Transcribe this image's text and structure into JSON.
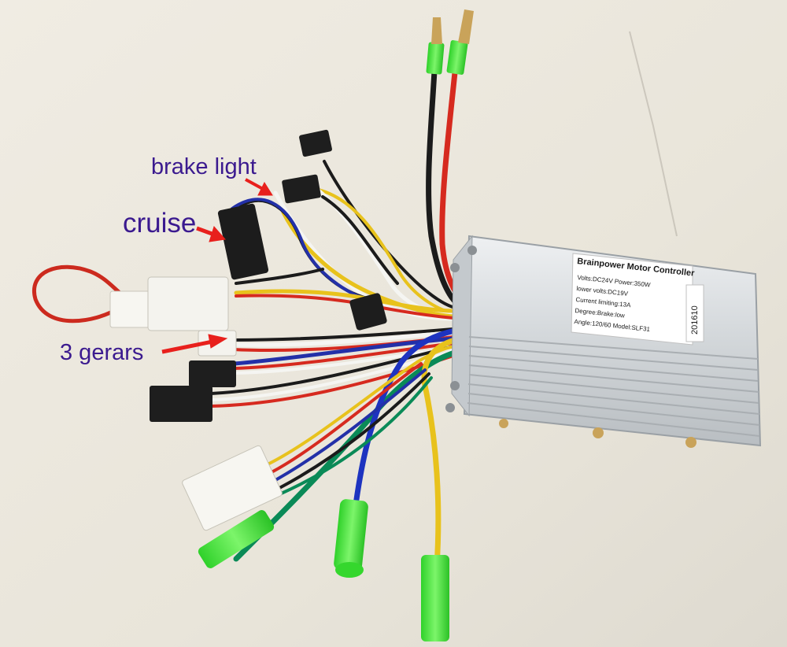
{
  "annotations": {
    "brake_light": "brake light",
    "cruise": "cruise",
    "gears": "3 gerars"
  },
  "controller_label": {
    "title": "Brainpower Motor Controller",
    "line1": "Volts:DC24V   Power:350W",
    "line2": "lower volts:DC19V",
    "line3": "Current limiting:13A",
    "line4": "Degree:Brake:low",
    "line5": "Angle:120/60  Model:SLF31",
    "batch": "201610"
  },
  "colors": {
    "arrow": "#e8201c",
    "annotation_text": "#3b1a8f",
    "background": "#ece8de",
    "controller_body": "#d8dcdf",
    "connector_sleeve": "#46e63a"
  }
}
